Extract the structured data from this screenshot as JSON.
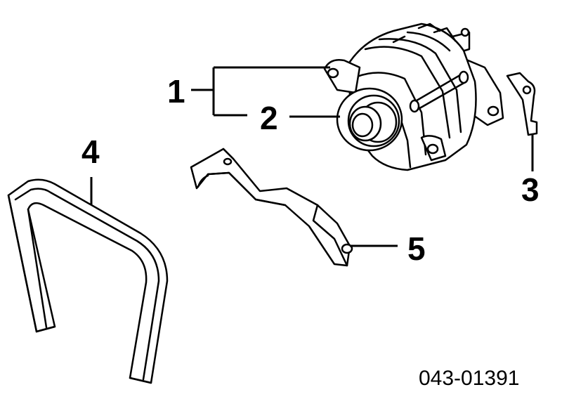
{
  "callouts": {
    "c1": "1",
    "c2": "2",
    "c3": "3",
    "c4": "4",
    "c5": "5"
  },
  "document_number": "043-01391"
}
